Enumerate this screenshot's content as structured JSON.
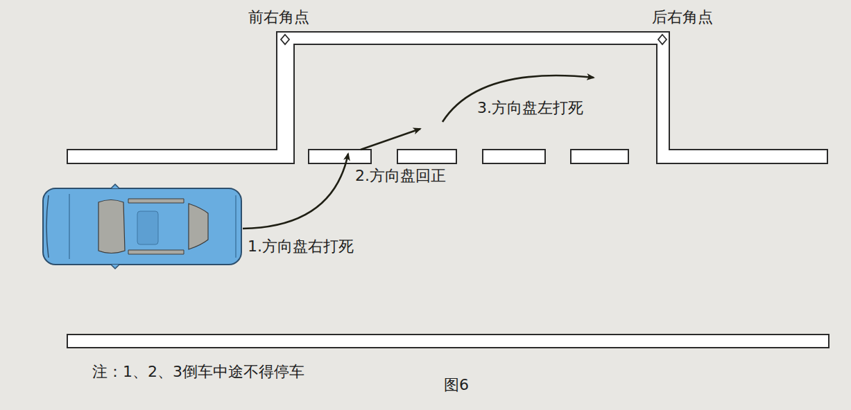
{
  "diagram": {
    "caption": "图6",
    "labels": [
      "前右角点",
      "后右角点",
      "3.方向盘左打死",
      "2.方向盘回正",
      "1.方向盘右打死",
      "注：1、2、3倒车中途不得停车"
    ]
  }
}
